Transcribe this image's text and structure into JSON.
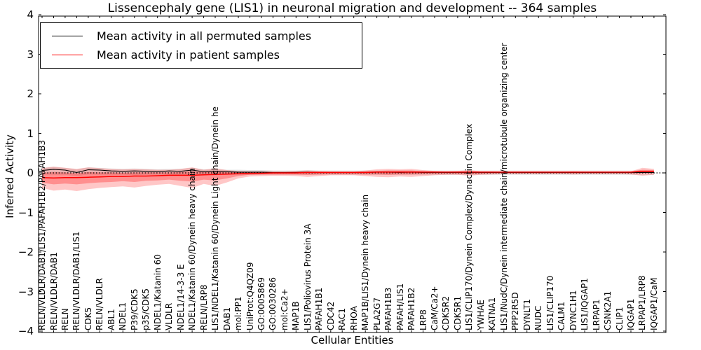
{
  "title": "Lissencephaly gene (LIS1) in neuronal migration and development -- 364 samples",
  "legend": {
    "items": [
      {
        "label": "Mean activity in all permuted samples",
        "color": "#000000"
      },
      {
        "label": "Mean activity in patient samples",
        "color": "#ff0000"
      }
    ]
  },
  "axes": {
    "ylabel": "Inferred Activity",
    "xlabel": "Cellular Entities",
    "ylim": [
      -4,
      4
    ],
    "yticks": [
      {
        "label": "4",
        "value": 4
      },
      {
        "label": "3",
        "value": 3
      },
      {
        "label": "2",
        "value": 2
      },
      {
        "label": "1",
        "value": 1
      },
      {
        "label": "0",
        "value": 0
      },
      {
        "label": "−1",
        "value": -1
      },
      {
        "label": "−2",
        "value": -2
      },
      {
        "label": "−3",
        "value": -3
      },
      {
        "label": "−4",
        "value": -4
      }
    ]
  },
  "chart_data": {
    "type": "line",
    "title": "Lissencephaly gene (LIS1) in neuronal migration and development -- 364 samples",
    "xlabel": "Cellular Entities",
    "ylabel": "Inferred Activity",
    "ylim": [
      -4,
      4
    ],
    "grid": false,
    "legend_position": "upper left",
    "zero_line": {
      "y": 0,
      "style": "dotted",
      "color": "#000000"
    },
    "categories": [
      "RELN/VLDLR/DAB1/LIS1/PAFAH1B2/PAFAH1B3",
      "RELN/VLDLR/DAB1",
      "RELN",
      "RELN/VLDLR/DAB1/LIS1",
      "CDK5",
      "RELN/VLDLR",
      "ABL1",
      "NDEL1",
      "P39/CDK5",
      "p35/CDK5",
      "NDEL1/Katanin 60",
      "VLDLR",
      "NDEL1/14-3-3 E",
      "NDEL1/Katanin 60/Dynein heavy chain",
      "RELN/LRP8",
      "LIS1/NDEL1/Katanin 60/Dynein Light chain/Dynein he",
      "DAB1",
      "mol:PP1",
      "UniProt:Q4QZ09",
      "GO:0005869",
      "GO:0030286",
      "mol:Ca2+",
      "MAP1B",
      "LIS1/Poliovirus Protein 3A",
      "PAFAH1B1",
      "CDC42",
      "RAC1",
      "RHOA",
      "MAP1B/LIS1/Dynein heavy chain",
      "PLA2G7",
      "PAFAH1B3",
      "PAFAH/LIS1",
      "PAFAH1B2",
      "LRP8",
      "CaM/Ca2+",
      "CDK5R2",
      "CDK5R1",
      "LIS1/CLIP170/Dynein Complex/Dynactin Complex",
      "YWHAE",
      "KATNA1",
      "LIS1/NudC/Dynein intermediate chain/microtubule organizing center",
      "PPP2R5D",
      "DYNLT1",
      "NUDC",
      "LIS1/CLIP170",
      "CALM1",
      "DYNC1H1",
      "LIS1/IQGAP1",
      "LRPAP1",
      "CSNK2A1",
      "CLIP1",
      "IQGAP1",
      "LRPAP1/LRP8",
      "IQGAP1/CaM"
    ],
    "series": [
      {
        "name": "Mean activity in all permuted samples",
        "color": "#000000",
        "values": [
          0.06,
          0.09,
          0.07,
          0.01,
          0.08,
          0.07,
          0.05,
          0.04,
          0.05,
          0.04,
          0.03,
          0.05,
          0.04,
          0.07,
          0.03,
          0.04,
          0.03,
          0.02,
          0.02,
          0.02,
          0.01,
          0.01,
          0.01,
          0.02,
          0.01,
          0.01,
          0.01,
          0.01,
          0.01,
          0.02,
          0.02,
          0.01,
          0.02,
          0.01,
          0.01,
          0.01,
          0.01,
          0.01,
          0.01,
          0.01,
          0.01,
          0.01,
          0.01,
          0.01,
          0.01,
          0.01,
          0.01,
          0.01,
          0.01,
          0.01,
          0.01,
          0.01,
          0.01,
          0.01
        ]
      },
      {
        "name": "Mean activity in patient samples",
        "color": "#ff0000",
        "values": [
          -0.12,
          -0.13,
          -0.12,
          -0.12,
          -0.11,
          -0.1,
          -0.09,
          -0.09,
          -0.08,
          -0.08,
          -0.07,
          -0.06,
          -0.06,
          -0.06,
          -0.05,
          -0.04,
          -0.03,
          -0.02,
          -0.01,
          -0.01,
          0.0,
          0.0,
          0.0,
          0.01,
          0.01,
          0.01,
          0.01,
          0.01,
          0.01,
          0.02,
          0.02,
          0.02,
          0.02,
          0.02,
          0.02,
          0.02,
          0.02,
          0.02,
          0.02,
          0.02,
          0.02,
          0.02,
          0.02,
          0.02,
          0.02,
          0.02,
          0.02,
          0.02,
          0.02,
          0.02,
          0.02,
          0.02,
          0.04,
          0.04
        ]
      }
    ],
    "bands": [
      {
        "name": "permuted-range",
        "color": "rgba(0,0,0,0.10)",
        "upper": [
          0.13,
          0.15,
          0.13,
          0.09,
          0.14,
          0.13,
          0.11,
          0.1,
          0.11,
          0.1,
          0.09,
          0.1,
          0.1,
          0.13,
          0.09,
          0.09,
          0.08,
          0.08,
          0.07,
          0.07,
          0.06,
          0.06,
          0.06,
          0.07,
          0.06,
          0.06,
          0.06,
          0.06,
          0.06,
          0.06,
          0.06,
          0.06,
          0.06,
          0.06,
          0.06,
          0.06,
          0.06,
          0.06,
          0.06,
          0.06,
          0.06,
          0.06,
          0.06,
          0.06,
          0.06,
          0.06,
          0.06,
          0.06,
          0.06,
          0.06,
          0.06,
          0.06,
          0.06,
          0.06
        ],
        "lower": [
          -0.04,
          -0.05,
          -0.05,
          -0.08,
          -0.04,
          -0.05,
          -0.05,
          -0.05,
          -0.06,
          -0.05,
          -0.05,
          -0.05,
          -0.06,
          -0.05,
          -0.05,
          -0.06,
          -0.05,
          -0.05,
          -0.05,
          -0.05,
          -0.05,
          -0.05,
          -0.05,
          -0.05,
          -0.05,
          -0.05,
          -0.05,
          -0.05,
          -0.05,
          -0.05,
          -0.05,
          -0.05,
          -0.05,
          -0.05,
          -0.05,
          -0.05,
          -0.05,
          -0.05,
          -0.05,
          -0.05,
          -0.05,
          -0.05,
          -0.05,
          -0.05,
          -0.05,
          -0.05,
          -0.05,
          -0.05,
          -0.05,
          -0.05,
          -0.05,
          -0.05,
          -0.05,
          -0.05
        ]
      },
      {
        "name": "patient-range-outer",
        "color": "rgba(255,0,0,0.22)",
        "upper": [
          0.12,
          0.16,
          0.13,
          0.1,
          0.14,
          0.12,
          0.1,
          0.09,
          0.1,
          0.09,
          0.08,
          0.08,
          0.1,
          0.14,
          0.08,
          0.12,
          0.07,
          0.05,
          0.04,
          0.04,
          0.04,
          0.04,
          0.05,
          0.06,
          0.05,
          0.04,
          0.04,
          0.04,
          0.06,
          0.09,
          0.1,
          0.09,
          0.1,
          0.07,
          0.05,
          0.04,
          0.05,
          0.07,
          0.04,
          0.04,
          0.03,
          0.03,
          0.03,
          0.03,
          0.03,
          0.03,
          0.04,
          0.03,
          0.03,
          0.03,
          0.03,
          0.04,
          0.13,
          0.1
        ],
        "lower": [
          -0.38,
          -0.45,
          -0.42,
          -0.46,
          -0.41,
          -0.38,
          -0.36,
          -0.34,
          -0.37,
          -0.33,
          -0.3,
          -0.28,
          -0.33,
          -0.38,
          -0.28,
          -0.33,
          -0.24,
          -0.14,
          -0.09,
          -0.08,
          -0.07,
          -0.07,
          -0.08,
          -0.1,
          -0.08,
          -0.06,
          -0.06,
          -0.06,
          -0.08,
          -0.1,
          -0.11,
          -0.09,
          -0.1,
          -0.08,
          -0.06,
          -0.05,
          -0.05,
          -0.07,
          -0.05,
          -0.04,
          -0.03,
          -0.03,
          -0.03,
          -0.03,
          -0.03,
          -0.03,
          -0.04,
          -0.03,
          -0.03,
          -0.03,
          -0.03,
          -0.04,
          -0.07,
          -0.05
        ]
      },
      {
        "name": "patient-range-inner",
        "color": "rgba(255,0,0,0.28)",
        "upper": [
          0.0,
          0.02,
          0.01,
          -0.01,
          0.02,
          0.01,
          0.01,
          0.0,
          0.01,
          0.01,
          0.01,
          0.01,
          0.02,
          0.04,
          0.02,
          0.04,
          0.02,
          0.02,
          0.02,
          0.02,
          0.02,
          0.02,
          0.03,
          0.03,
          0.03,
          0.03,
          0.03,
          0.03,
          0.04,
          0.05,
          0.06,
          0.06,
          0.06,
          0.04,
          0.04,
          0.03,
          0.03,
          0.04,
          0.03,
          0.03,
          0.03,
          0.03,
          0.03,
          0.03,
          0.03,
          0.03,
          0.03,
          0.03,
          0.03,
          0.03,
          0.03,
          0.03,
          0.08,
          0.07
        ],
        "lower": [
          -0.25,
          -0.29,
          -0.27,
          -0.29,
          -0.26,
          -0.24,
          -0.23,
          -0.21,
          -0.23,
          -0.2,
          -0.19,
          -0.17,
          -0.2,
          -0.22,
          -0.17,
          -0.19,
          -0.14,
          -0.08,
          -0.05,
          -0.04,
          -0.04,
          -0.04,
          -0.04,
          -0.05,
          -0.04,
          -0.03,
          -0.03,
          -0.03,
          -0.04,
          -0.04,
          -0.05,
          -0.04,
          -0.04,
          -0.03,
          -0.02,
          -0.02,
          -0.02,
          -0.03,
          -0.02,
          -0.01,
          -0.01,
          -0.01,
          -0.01,
          -0.01,
          -0.01,
          -0.01,
          -0.01,
          -0.01,
          -0.01,
          -0.01,
          -0.01,
          -0.01,
          0.0,
          0.01
        ]
      }
    ]
  }
}
